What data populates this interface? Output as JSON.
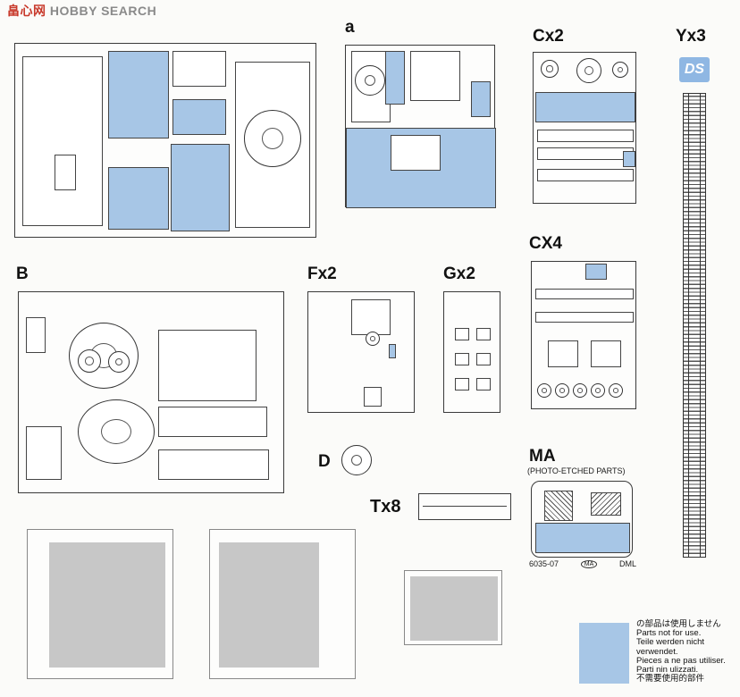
{
  "watermark": {
    "part1": "畠心网",
    "part2": "HOBBY SEARCH"
  },
  "sprue_labels": {
    "a": "a",
    "c": "Cx2",
    "y": "Yx3",
    "b": "B",
    "f": "Fx2",
    "g": "Gx2",
    "cx4": "CX4",
    "d": "D",
    "t": "Tx8",
    "ma": "MA"
  },
  "ma_subtitle": "(PHOTO-ETCHED PARTS)",
  "ma_footer": {
    "code": "6035-07",
    "badge": "MA",
    "brand": "DML"
  },
  "logo_text": "DS",
  "legend": [
    "の部品は使用しません",
    "Parts not for use.",
    "Teile werden nicht verwendet.",
    "Pieces a ne pas utiliser.",
    "Parti nin ulizzati.",
    "不需要使用的部件"
  ],
  "colors": {
    "unused_parts": "#a7c6e6",
    "outline": "#3a3a3a",
    "watermark_red": "#c8392b"
  }
}
